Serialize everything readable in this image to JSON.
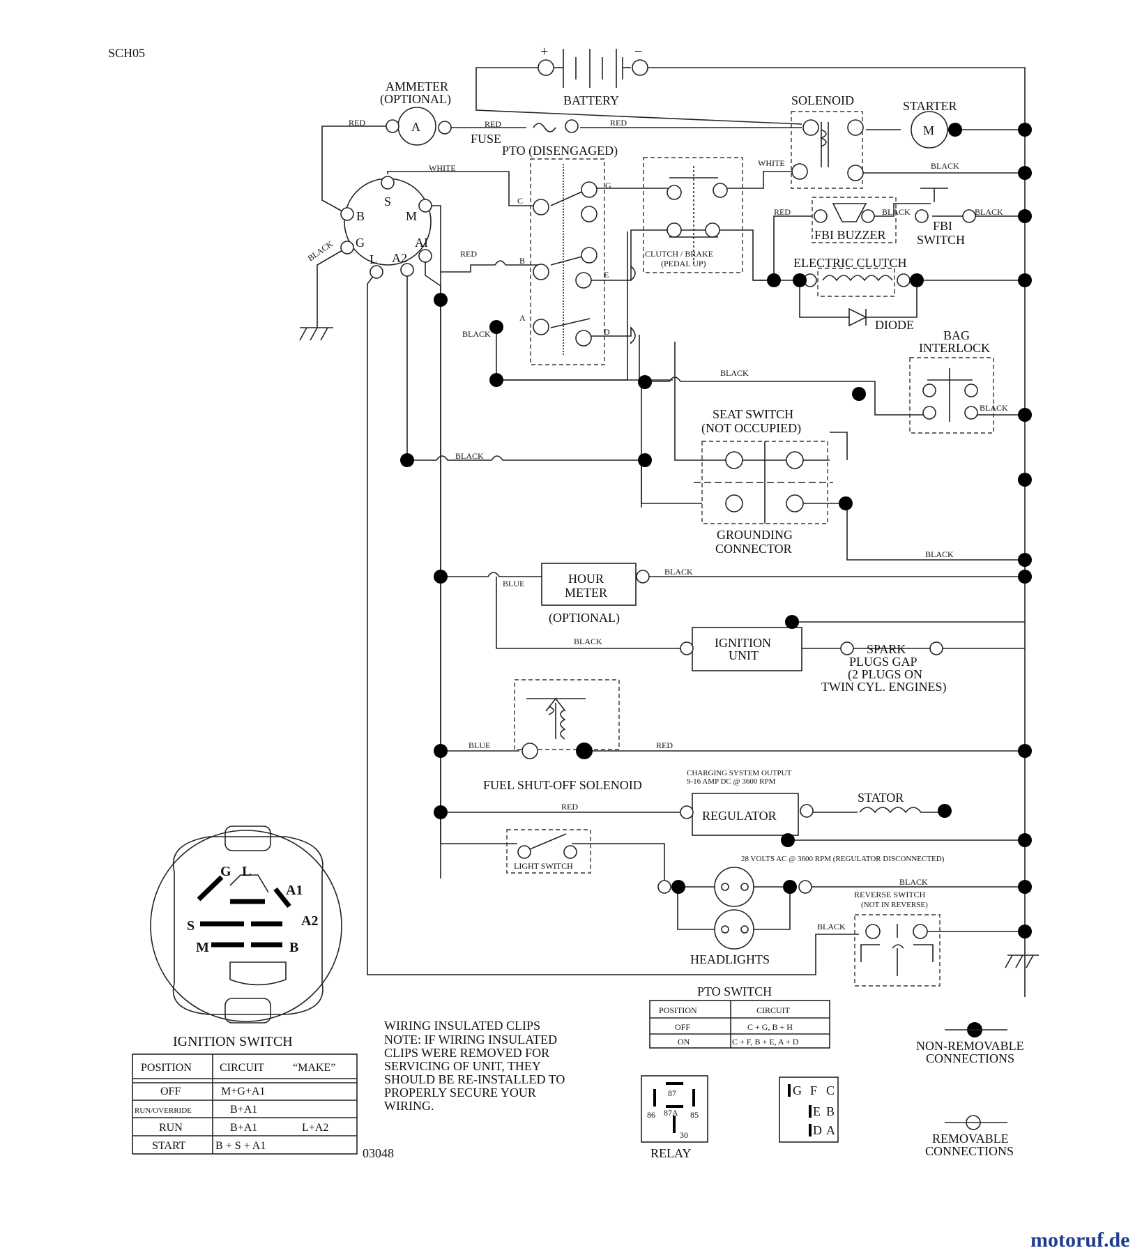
{
  "page_code": "SCH05",
  "drawing_no": "03048",
  "watermark": "motoruf.de",
  "components": {
    "battery": "BATTERY",
    "battery_pos": "+",
    "battery_neg": "−",
    "ammeter": "AMMETER",
    "ammeter_opt": "(OPTIONAL)",
    "ammeter_sym": "A",
    "fuse": "FUSE",
    "solenoid": "SOLENOID",
    "starter": "STARTER",
    "starter_sym": "M",
    "pto_disengaged": "PTO (DISENGAGED)",
    "clutch_brake": "CLUTCH / BRAKE",
    "pedal_up": "(PEDAL UP)",
    "fbi_buzzer": "FBI BUZZER",
    "fbi_switch_1": "FBI",
    "fbi_switch_2": "SWITCH",
    "electric_clutch": "ELECTRIC CLUTCH",
    "diode": "DIODE",
    "bag_interlock_1": "BAG",
    "bag_interlock_2": "INTERLOCK",
    "seat_switch_1": "SEAT SWITCH",
    "seat_switch_2": "(NOT OCCUPIED)",
    "grounding_1": "GROUNDING",
    "grounding_2": "CONNECTOR",
    "hour_meter_1": "HOUR",
    "hour_meter_2": "METER",
    "hour_meter_opt": "(OPTIONAL)",
    "ignition_unit_1": "IGNITION",
    "ignition_unit_2": "UNIT",
    "spark_1": "SPARK",
    "spark_2": "PLUGS GAP",
    "spark_3": "(2 PLUGS ON",
    "spark_4": "TWIN CYL. ENGINES)",
    "fuel_solenoid": "FUEL SHUT-OFF SOLENOID",
    "charging_1": "CHARGING SYSTEM OUTPUT",
    "charging_2": "9-16 AMP DC @ 3600 RPM",
    "regulator": "REGULATOR",
    "stator": "STATOR",
    "volts_note": "28 VOLTS AC @ 3600 RPM (REGULATOR DISCONNECTED)",
    "light_switch": "LIGHT SWITCH",
    "headlights": "HEADLIGHTS",
    "reverse_switch_1": "REVERSE SWITCH",
    "reverse_switch_2": "(NOT IN REVERSE)"
  },
  "wire_colors": {
    "red": "RED",
    "white": "WHITE",
    "black": "BLACK",
    "blue": "BLUE"
  },
  "terminals": {
    "ign_S": "S",
    "ign_B": "B",
    "ign_M": "M",
    "ign_G": "G",
    "ign_A1": "AI",
    "ign_L": "L",
    "ign_A2": "A2",
    "pto_C": "C",
    "pto_G": "G",
    "pto_B": "B",
    "pto_E": "E",
    "pto_A": "A",
    "pto_D": "D"
  },
  "ignition_switch": {
    "title": "IGNITION SWITCH",
    "labels": {
      "G": "G",
      "L": "L",
      "A1": "A1",
      "A2": "A2",
      "S": "S",
      "M": "M",
      "B": "B"
    },
    "headers": [
      "POSITION",
      "CIRCUIT",
      "“MAKE”"
    ],
    "rows": [
      [
        "OFF",
        "M+G+A1",
        ""
      ],
      [
        "RUN/OVERRIDE",
        "B+A1",
        ""
      ],
      [
        "RUN",
        "B+A1",
        "L+A2"
      ],
      [
        "START",
        "B + S + A1",
        ""
      ]
    ]
  },
  "note": {
    "l1": "WIRING INSULATED CLIPS",
    "l2": "NOTE:  IF WIRING INSULATED",
    "l3": "CLIPS WERE REMOVED FOR",
    "l4": "SERVICING OF UNIT, THEY",
    "l5": "SHOULD BE RE-INSTALLED TO",
    "l6": "PROPERLY SECURE YOUR",
    "l7": "WIRING."
  },
  "pto_switch": {
    "title": "PTO SWITCH",
    "headers": [
      "POSITION",
      "CIRCUIT"
    ],
    "rows": [
      [
        "OFF",
        "C + G, B + H"
      ],
      [
        "ON",
        "C + F, B + E, A + D"
      ]
    ]
  },
  "relay": {
    "title": "RELAY",
    "p87": "87",
    "p87a": "87A",
    "p86": "86",
    "p85": "85",
    "p30": "30"
  },
  "pto_pins": {
    "G": "G",
    "F": "F",
    "C": "C",
    "E": "E",
    "B": "B",
    "D": "D",
    "A": "A"
  },
  "legend": {
    "nonremovable_1": "NON-REMOVABLE",
    "nonremovable_2": "CONNECTIONS",
    "removable_1": "REMOVABLE",
    "removable_2": "CONNECTIONS"
  }
}
